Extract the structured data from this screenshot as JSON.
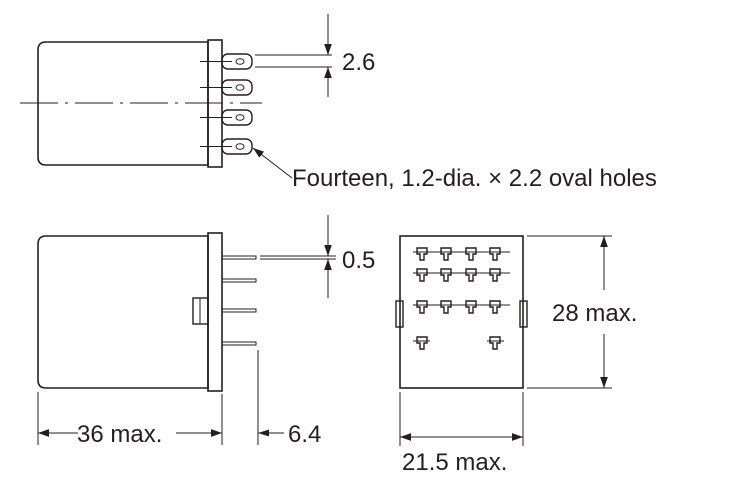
{
  "dimensions": {
    "pin_pitch": "2.6",
    "hole_note": "Fourteen, 1.2-dia. × 2.2 oval holes",
    "pin_thickness": "0.5",
    "height": "28 max.",
    "length": "36 max.",
    "pin_length": "6.4",
    "width": "21.5 max."
  }
}
